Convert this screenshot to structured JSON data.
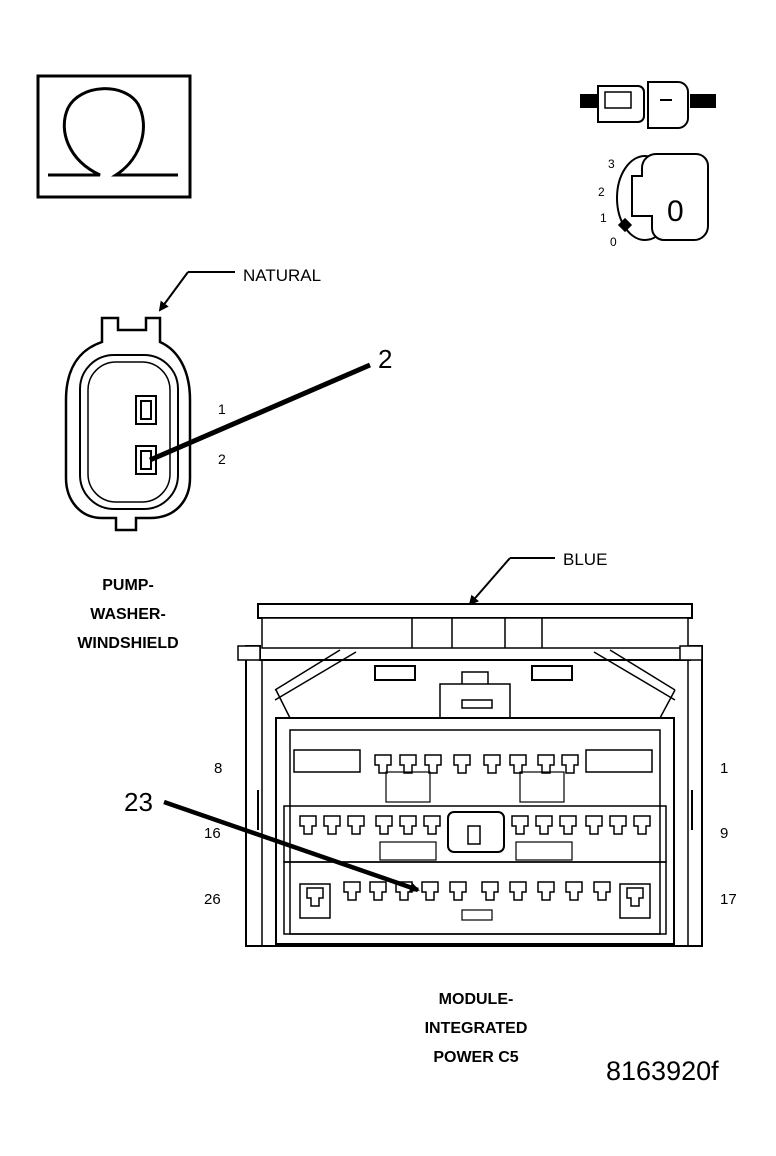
{
  "ohm_icon": {
    "name": "ohm-meter-icon",
    "symbol": "Ω"
  },
  "key_icon": {
    "name": "ignition-key-icon",
    "positions": [
      "3",
      "2",
      "1",
      "0"
    ],
    "key_label": "0"
  },
  "connector_top": {
    "color_label": "NATURAL",
    "callout": "2",
    "pins": [
      "1",
      "2"
    ],
    "title_lines": [
      "PUMP-",
      "WASHER-",
      "WINDSHIELD"
    ]
  },
  "connector_bottom": {
    "color_label": "BLUE",
    "callout": "23",
    "row_labels_left": [
      "8",
      "16",
      "26"
    ],
    "row_labels_right": [
      "1",
      "9",
      "17"
    ],
    "title_lines": [
      "MODULE-",
      "INTEGRATED",
      "POWER C5"
    ]
  },
  "figure_id": "8163920f"
}
